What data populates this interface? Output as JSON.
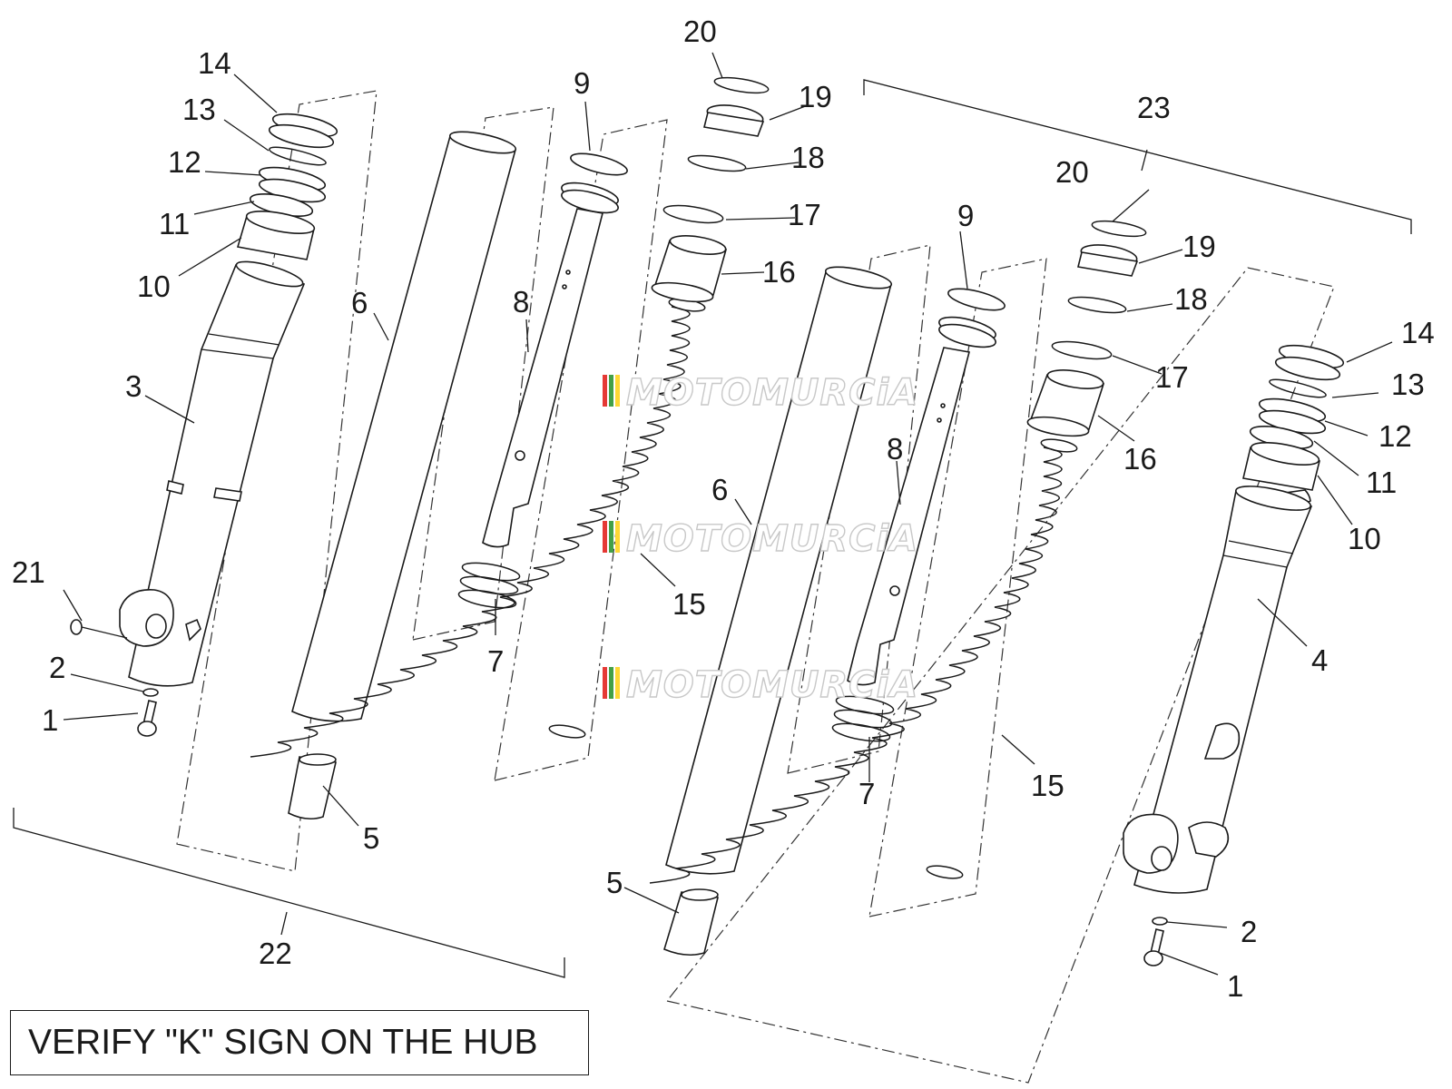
{
  "note": "VERIFY \"K\" SIGN ON THE HUB",
  "watermark": "MOTOMURCiA",
  "watermark_colors": [
    "#e53935",
    "#43a047",
    "#fdd835"
  ],
  "callouts": {
    "left_leg": {
      "n1": "1",
      "n2": "2",
      "n3": "3",
      "n5": "5",
      "n6": "6",
      "n7": "7",
      "n8": "8",
      "n9": "9",
      "n10": "10",
      "n11": "11",
      "n12": "12",
      "n13": "13",
      "n14": "14",
      "n15": "15",
      "n16": "16",
      "n17": "17",
      "n18": "18",
      "n19": "19",
      "n20": "20",
      "n21": "21",
      "n22": "22"
    },
    "right_leg": {
      "n1": "1",
      "n2": "2",
      "n4": "4",
      "n5": "5",
      "n6": "6",
      "n7": "7",
      "n8": "8",
      "n9": "9",
      "n10": "10",
      "n11": "11",
      "n12": "12",
      "n13": "13",
      "n14": "14",
      "n15": "15",
      "n16": "16",
      "n17": "17",
      "n18": "18",
      "n19": "19",
      "n20": "20",
      "n23": "23"
    }
  }
}
